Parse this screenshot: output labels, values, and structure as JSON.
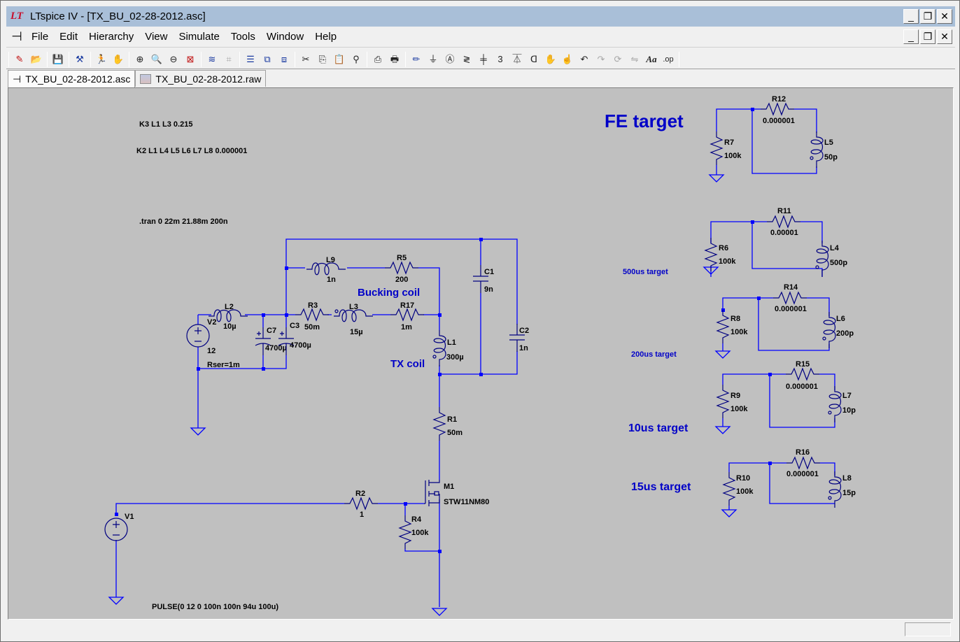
{
  "app": {
    "title": "LTspice IV - [TX_BU_02-28-2012.asc]",
    "logo": "LT",
    "window_buttons": [
      "_",
      "❐",
      "✕"
    ]
  },
  "menu": {
    "items": [
      "File",
      "Edit",
      "Hierarchy",
      "View",
      "Simulate",
      "Tools",
      "Window",
      "Help"
    ]
  },
  "toolbar": {
    "buttons": [
      {
        "icon": "new-schematic-icon",
        "glyph": "✎"
      },
      {
        "icon": "open-icon",
        "glyph": "📂"
      },
      {
        "icon": "save-icon",
        "glyph": "💾"
      },
      {
        "icon": "control-panel-icon",
        "glyph": "⚒"
      },
      {
        "icon": "run-icon",
        "glyph": "🏃"
      },
      {
        "icon": "halt-icon",
        "glyph": "✋"
      },
      {
        "icon": "zoom-in-icon",
        "glyph": "⊕"
      },
      {
        "icon": "pan-icon",
        "glyph": "🔍"
      },
      {
        "icon": "zoom-out-icon",
        "glyph": "⊖"
      },
      {
        "icon": "zoom-fit-icon",
        "glyph": "⊠"
      },
      {
        "icon": "autorange-icon",
        "glyph": "≋"
      },
      {
        "icon": "pick-visible-traces-icon",
        "glyph": "⌗"
      },
      {
        "icon": "tile-horizontal-icon",
        "glyph": "☰"
      },
      {
        "icon": "cascade-icon",
        "glyph": "⧉"
      },
      {
        "icon": "tile-vertical-icon",
        "glyph": "⧈"
      },
      {
        "icon": "cut-icon",
        "glyph": "✂"
      },
      {
        "icon": "copy-icon",
        "glyph": "⎘"
      },
      {
        "icon": "paste-icon",
        "glyph": "📋"
      },
      {
        "icon": "find-icon",
        "glyph": "⚲"
      },
      {
        "icon": "print-preview-icon",
        "glyph": "⎙"
      },
      {
        "icon": "print-icon",
        "glyph": "🖶"
      },
      {
        "icon": "draw-wire-icon",
        "glyph": "✏"
      },
      {
        "icon": "ground-icon",
        "glyph": "⏚"
      },
      {
        "icon": "label-net-icon",
        "glyph": "Ⓐ"
      },
      {
        "icon": "resistor-icon",
        "glyph": "≷"
      },
      {
        "icon": "capacitor-icon",
        "glyph": "╪"
      },
      {
        "icon": "inductor-icon",
        "glyph": "3"
      },
      {
        "icon": "diode-icon",
        "glyph": "⏄"
      },
      {
        "icon": "component-icon",
        "glyph": "ᗡ"
      },
      {
        "icon": "move-icon",
        "glyph": "✋"
      },
      {
        "icon": "drag-icon",
        "glyph": "☝"
      },
      {
        "icon": "undo-icon",
        "glyph": "↶"
      },
      {
        "icon": "redo-icon",
        "glyph": "↷"
      },
      {
        "icon": "rotate-icon",
        "glyph": "⟳"
      },
      {
        "icon": "mirror-icon",
        "glyph": "⇋"
      },
      {
        "icon": "text-icon",
        "glyph": "Aa"
      },
      {
        "icon": "spice-directive-icon",
        "glyph": ".op"
      }
    ]
  },
  "tabs": [
    {
      "label": "TX_BU_02-28-2012.asc",
      "icon": "schematic-icon",
      "active": true
    },
    {
      "label": "TX_BU_02-28-2012.raw",
      "icon": "waveform-icon",
      "active": false
    }
  ],
  "schematic": {
    "directives": {
      "k3": "K3 L1 L3 0.215",
      "k2": "K2 L1 L4 L5 L6 L7 L8  0.000001",
      "tran": ".tran 0 22m 21.88m 200n",
      "pulse": "PULSE(0 12 0 100n 100n 94u 100u)"
    },
    "notes": {
      "fe_target": "FE target",
      "bucking_coil": "Bucking coil",
      "tx_coil": "TX coil",
      "t500": "500us target",
      "t200": "200us target",
      "t10": "10us target",
      "t15": "15us target"
    },
    "components": {
      "V2": {
        "name": "V2",
        "value": "12",
        "extra": "Rser=1m"
      },
      "V1": {
        "name": "V1"
      },
      "L2": {
        "name": "L2",
        "value": "10µ"
      },
      "C7": {
        "name": "C7",
        "value": "4700µ"
      },
      "C3": {
        "name": "C3",
        "value": "4700µ"
      },
      "L9": {
        "name": "L9",
        "value": "1n"
      },
      "R5": {
        "name": "R5",
        "value": "200"
      },
      "R3": {
        "name": "R3",
        "value": "50m"
      },
      "L3": {
        "name": "L3",
        "value": "15µ"
      },
      "R17": {
        "name": "R17",
        "value": "1m"
      },
      "L1": {
        "name": "L1",
        "value": "300µ"
      },
      "C1": {
        "name": "C1",
        "value": "9n"
      },
      "C2": {
        "name": "C2",
        "value": "1n"
      },
      "R1": {
        "name": "R1",
        "value": "50m"
      },
      "M1": {
        "name": "M1",
        "value": "STW11NM80"
      },
      "R2": {
        "name": "R2",
        "value": "1"
      },
      "R4": {
        "name": "R4",
        "value": "100k"
      },
      "R12": {
        "name": "R12",
        "value": "0.000001"
      },
      "R7": {
        "name": "R7",
        "value": "100k"
      },
      "L5": {
        "name": "L5",
        "value": "50p"
      },
      "R11": {
        "name": "R11",
        "value": "0.00001"
      },
      "R6": {
        "name": "R6",
        "value": "100k"
      },
      "L4": {
        "name": "L4",
        "value": "500p"
      },
      "R14": {
        "name": "R14",
        "value": "0.000001"
      },
      "R8": {
        "name": "R8",
        "value": "100k"
      },
      "L6": {
        "name": "L6",
        "value": "200p"
      },
      "R15": {
        "name": "R15",
        "value": "0.000001"
      },
      "R9": {
        "name": "R9",
        "value": "100k"
      },
      "L7": {
        "name": "L7",
        "value": "10p"
      },
      "R16": {
        "name": "R16",
        "value": "0.000001"
      },
      "R10": {
        "name": "R10",
        "value": "100k"
      },
      "L8": {
        "name": "L8",
        "value": "15p"
      }
    }
  },
  "status": {
    "text": ""
  }
}
